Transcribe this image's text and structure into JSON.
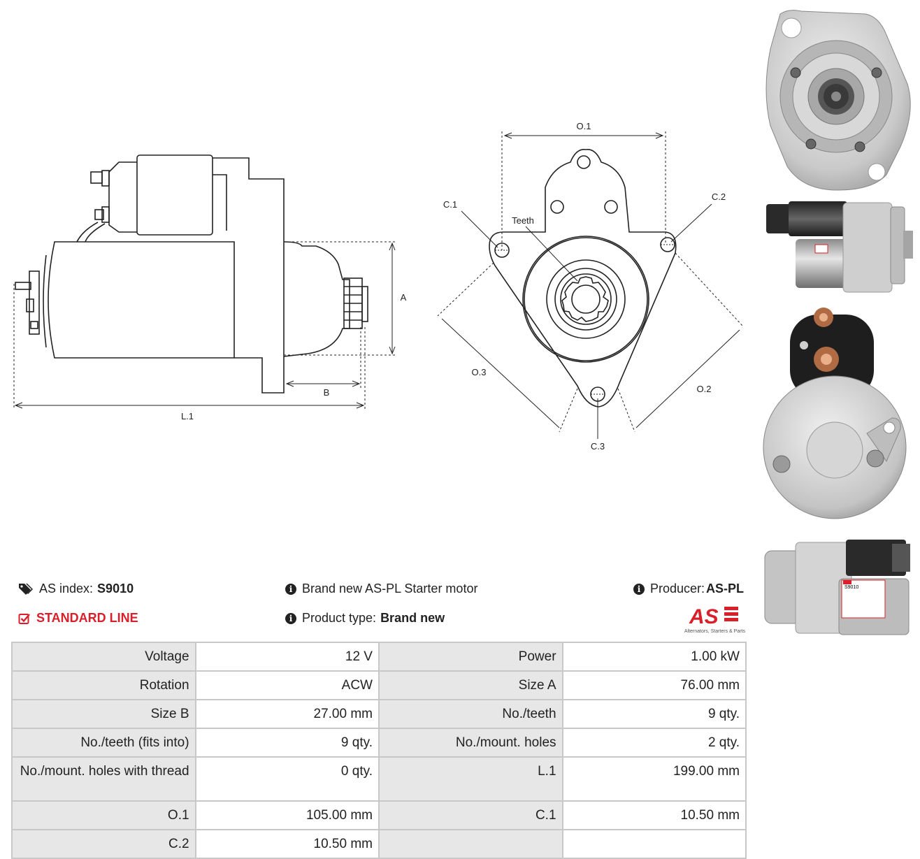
{
  "diagram_side": {
    "labels": {
      "A": "A",
      "B": "B",
      "L1": "L.1"
    }
  },
  "diagram_front": {
    "labels": {
      "O1": "O.1",
      "O2": "O.2",
      "O3": "O.3",
      "C1": "C.1",
      "C2": "C.2",
      "C3": "C.3",
      "teeth": "Teeth"
    }
  },
  "info": {
    "as_index_label": "AS index:",
    "as_index_value": "S9010",
    "standard_line": "STANDARD LINE",
    "brand_new_text": "Brand new AS-PL Starter motor",
    "product_type_label": "Product type:",
    "product_type_value": "Brand new",
    "producer_label": "Producer:",
    "producer_value": "AS-PL",
    "logo_text": "AS",
    "logo_tagline": "Alternators, Starters & Parts"
  },
  "photos": {
    "label_text": "S9010"
  },
  "colors": {
    "accent_red": "#d9202a"
  },
  "specs": [
    [
      "Voltage",
      "12 V",
      "Power",
      "1.00 kW"
    ],
    [
      "Rotation",
      "ACW",
      "Size A",
      "76.00 mm"
    ],
    [
      "Size B",
      "27.00 mm",
      "No./teeth",
      "9 qty."
    ],
    [
      "No./teeth (fits into)",
      "9 qty.",
      "No./mount. holes",
      "2 qty."
    ],
    [
      "No./mount. holes with thread",
      "0 qty.",
      "L.1",
      "199.00 mm"
    ],
    [
      "O.1",
      "105.00 mm",
      "C.1",
      "10.50 mm"
    ],
    [
      "C.2",
      "10.50 mm",
      "",
      ""
    ]
  ]
}
